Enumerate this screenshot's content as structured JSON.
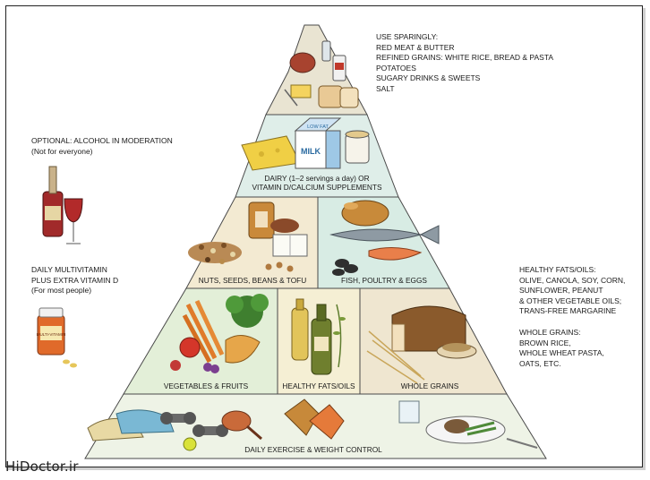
{
  "top_note": {
    "heading": "USE SPARINGLY:",
    "lines": [
      "RED MEAT & BUTTER",
      "REFINED GRAINS: WHITE RICE, BREAD & PASTA",
      "POTATOES",
      "SUGARY DRINKS & SWEETS",
      "SALT"
    ]
  },
  "alcohol_note": {
    "line1": "OPTIONAL: ALCOHOL IN MODERATION",
    "line2": "(Not for everyone)"
  },
  "vitamin_note": {
    "line1": "DAILY MULTIVITAMIN",
    "line2": "PLUS EXTRA VITAMIN D",
    "line3": "(For most people)"
  },
  "fats_note": {
    "heading": "HEALTHY FATS/OILS:",
    "lines": [
      "OLIVE, CANOLA, SOY, CORN,",
      "SUNFLOWER, PEANUT",
      "& OTHER VEGETABLE OILS;",
      "TRANS-FREE MARGARINE"
    ]
  },
  "grains_note": {
    "heading": "WHOLE GRAINS:",
    "lines": [
      "BROWN RICE,",
      "WHOLE WHEAT PASTA,",
      "OATS, ETC."
    ]
  },
  "tiers": {
    "dairy_line1": "DAIRY (1–2 servings a day) OR",
    "dairy_line2": "VITAMIN D/CALCIUM SUPPLEMENTS",
    "nuts": "NUTS, SEEDS, BEANS & TOFU",
    "fish": "FISH, POULTRY & EGGS",
    "vegetables": "VEGETABLES & FRUITS",
    "healthy_fats": "HEALTHY FATS/OILS",
    "whole_grains": "WHOLE GRAINS",
    "exercise": "DAILY EXERCISE & WEIGHT CONTROL"
  },
  "illustration_text": {
    "milk": "MILK",
    "low_fat": "LOW FAT",
    "multi_vitamin": "MULTI-VITAMIN"
  },
  "watermark": "HiDoctor.ir",
  "colors": {
    "tier_top": "#e9e4d2",
    "tier_dairy": "#dfeee9",
    "tier_nuts": "#f3ead2",
    "tier_fish": "#d8ece4",
    "tier_veg": "#e3efd8",
    "tier_fats": "#f5efd4",
    "tier_grains": "#efe6d0",
    "tier_base": "#eef3e6",
    "outline": "#4a4a4a"
  }
}
